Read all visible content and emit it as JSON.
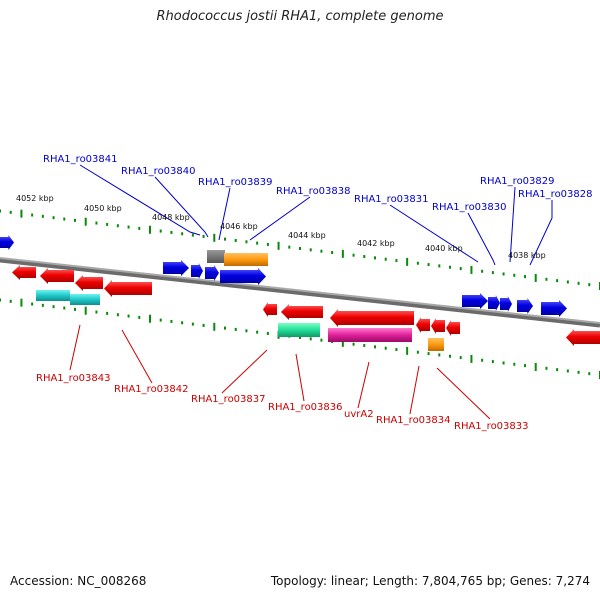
{
  "title": "Rhodococcus jostii RHA1, complete genome",
  "accession_text": "Accession: NC_008268",
  "summary_text": "Topology: linear; Length: 7,804,765 bp; Genes: 7,274",
  "colors": {
    "top_label": "#0000cc",
    "bottom_label": "#cc0000",
    "backbone": "#888888",
    "tick": "#0a8a0a"
  },
  "scale_labels": [
    "4052 kbp",
    "4050 kbp",
    "4048 kbp",
    "4046 kbp",
    "4044 kbp",
    "4042 kbp",
    "4040 kbp",
    "4038 kbp"
  ],
  "top_genes": [
    "RHA1_ro03841",
    "RHA1_ro03840",
    "RHA1_ro03839",
    "RHA1_ro03838",
    "RHA1_ro03831",
    "RHA1_ro03830",
    "RHA1_ro03829",
    "RHA1_ro03828"
  ],
  "bottom_genes": [
    "RHA1_ro03843",
    "RHA1_ro03842",
    "RHA1_ro03837",
    "RHA1_ro03836",
    "uvrA2",
    "RHA1_ro03834",
    "RHA1_ro03833"
  ]
}
